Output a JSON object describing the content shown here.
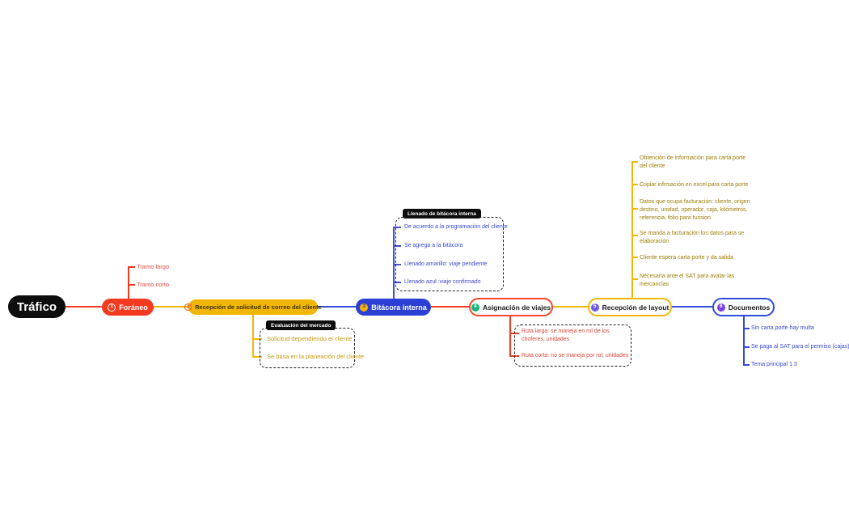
{
  "root": {
    "label": "Tráfico"
  },
  "foraneo": {
    "num": "1",
    "label": "Foráneo",
    "children": [
      "Tramo largo",
      "Tramo corto"
    ]
  },
  "recepcion_solicitud": {
    "num": "2",
    "label": "Recepción de solicitud de correo del cliente",
    "group_label": "Evaluación del mercado",
    "children": [
      "Solicitud dependiendo el cliente",
      "Se basa en la planeación del cliente"
    ]
  },
  "bitacora_interna": {
    "num": "3",
    "label": "Bitácora interna",
    "group_label": "Llenado de bitácora interna",
    "children": [
      "De acuerdo a la programación del cliente",
      "Se agrega a la bitácora",
      "Llenado amarillo: viaje pendiente",
      "Llenado azul :viaje confirmado"
    ]
  },
  "asignacion_viajes": {
    "num": "4",
    "label": "Asignación de viajes",
    "children": [
      "Ruta larga: se maneja en rol de los choferes, unidades",
      "Ruta corta: no se maneja por rol, unidades"
    ]
  },
  "recepcion_layout": {
    "num": "5",
    "label": "Recepción de layout",
    "children": [
      "Obtención de información para carta porte del cliente",
      "Copiar infrmación en excel para carta porte",
      "Datos que ocupa facturación: cliente, origen destino, unidad, operador, caja, kilómetros, referencia, folio para fussion",
      "Se manda a facturación los datos para se elaboración",
      "Cliente espera carta porte y da salida",
      "Necesaria ante el SAT para avalar las mercancías"
    ]
  },
  "documentos": {
    "num": "6",
    "label": "Documentos",
    "children": [
      "Sin carta porte hay multa",
      "Se paga al SAT para el permiso (cajas)",
      "Tema principal 1 3"
    ]
  },
  "colors": {
    "red": "#f33a21",
    "red_text": "#e24a3c",
    "yellow": "#f2b705",
    "gold_text": "#c59b10",
    "dark_gold_text": "#9c7c08",
    "blue": "#2b3fd4",
    "blue_border": "#2f4bd7",
    "blue_text": "#3a4acc",
    "green": "#16b777",
    "indigo": "#6c5ce7",
    "purple": "#7a3fe4",
    "orange": "#e8590c",
    "black": "#0d0d0d"
  }
}
